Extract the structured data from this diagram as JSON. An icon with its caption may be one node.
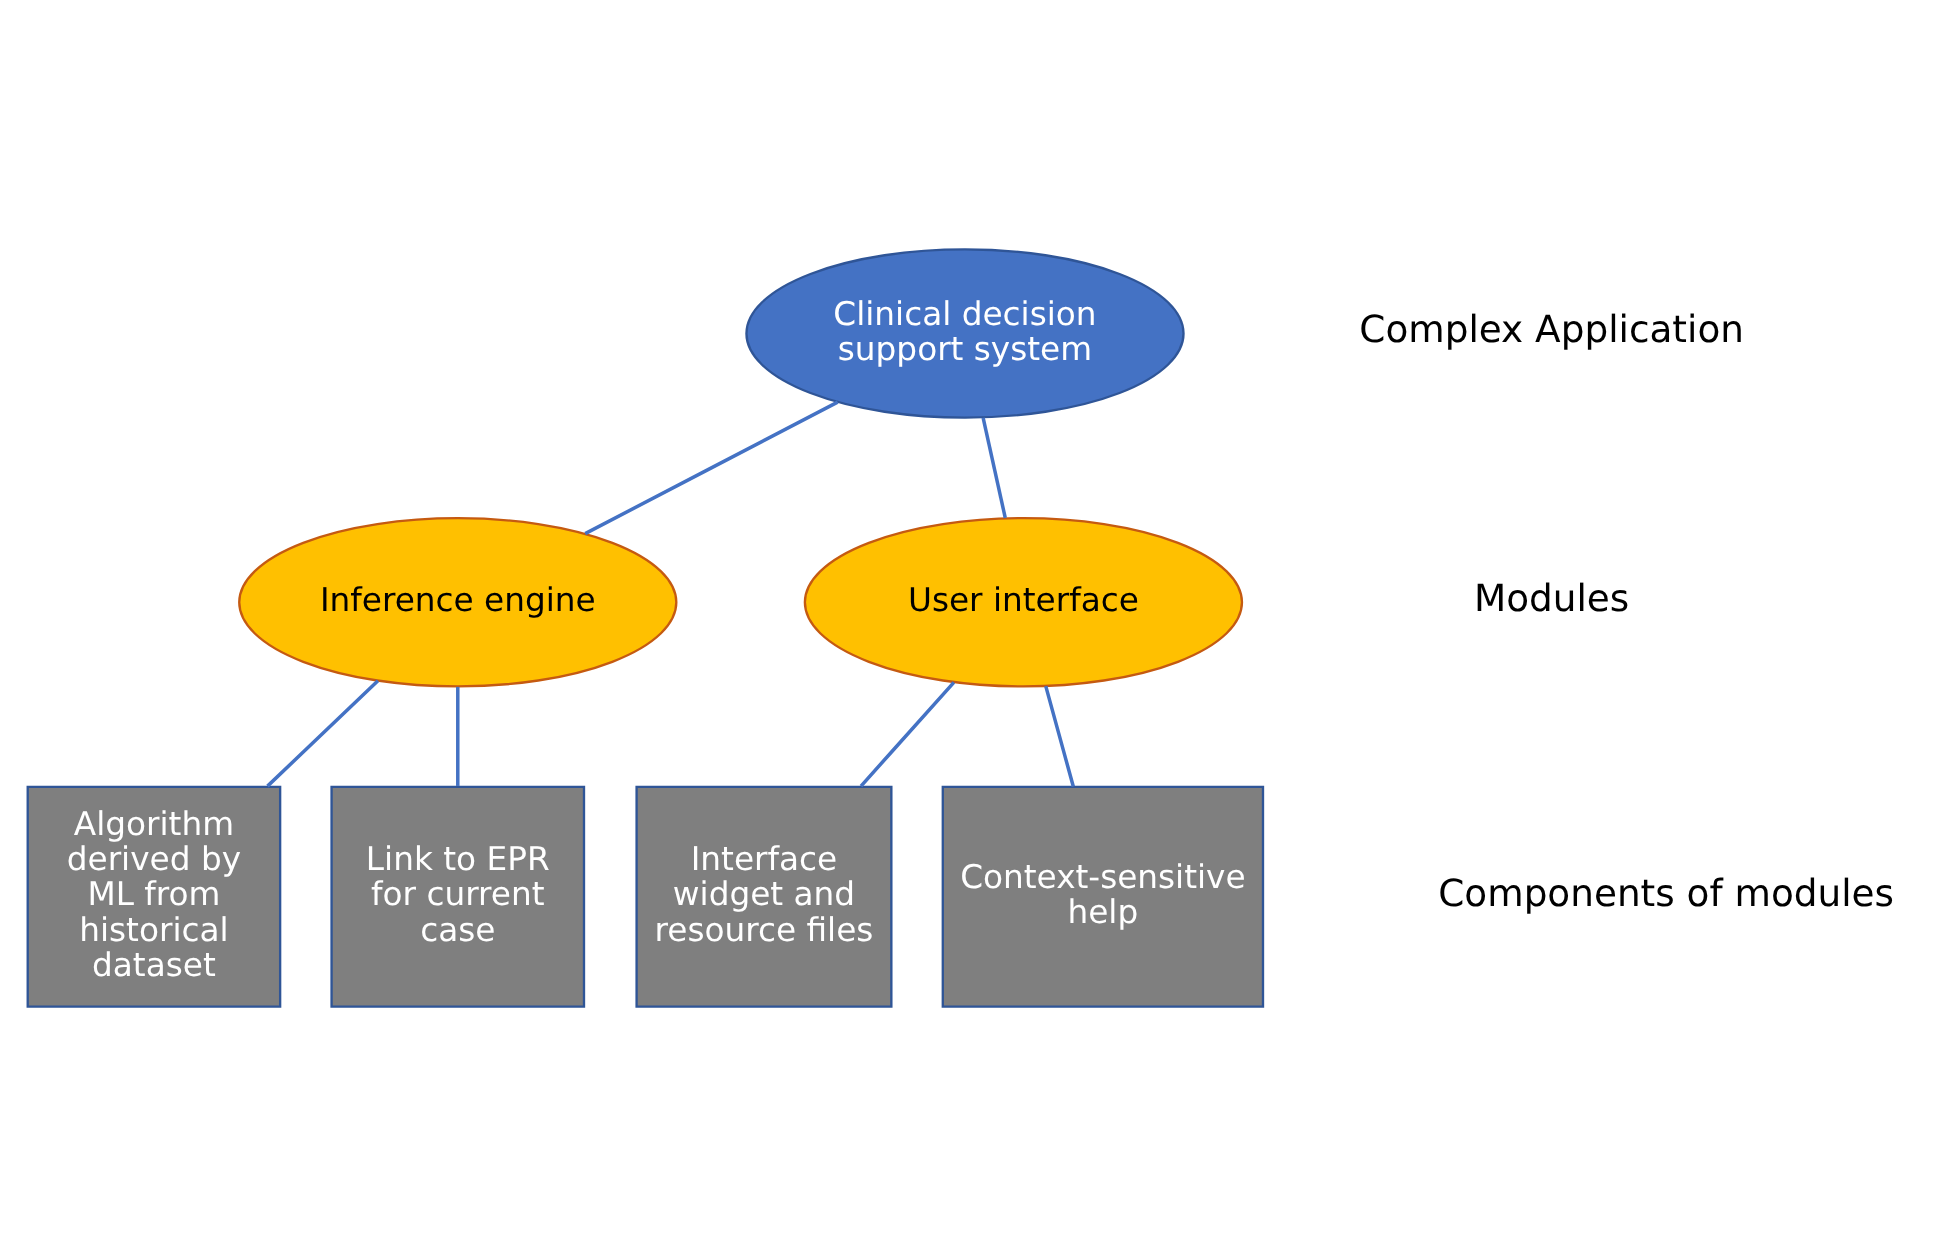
{
  "diagram": {
    "nodes": [
      {
        "text": [
          "Clinical decision support system"
        ]
      },
      {
        "text": [
          "Inference engine"
        ]
      },
      {
        "text": [
          "User interface"
        ]
      },
      {
        "text": [
          "Algorithm derived by ML from historical dataset"
        ]
      },
      {
        "text": [
          "Link to EPR for current case"
        ]
      },
      {
        "text": [
          "Interface widget and resource files"
        ]
      },
      {
        "text": [
          "Context-sensitive help"
        ]
      }
    ],
    "edges": [
      {
        "from": 0,
        "to": 1,
        "arrow": "none"
      },
      {
        "from": 0,
        "to": 2,
        "arrow": "none"
      },
      {
        "from": 1,
        "to": 3,
        "arrow": "none"
      },
      {
        "from": 1,
        "to": 4,
        "arrow": "none"
      },
      {
        "from": 2,
        "to": 5,
        "arrow": "none"
      },
      {
        "from": 2,
        "to": 6,
        "arrow": "none"
      }
    ],
    "labels": [
      "Complex Application",
      "Modules",
      "Components of modules"
    ]
  }
}
